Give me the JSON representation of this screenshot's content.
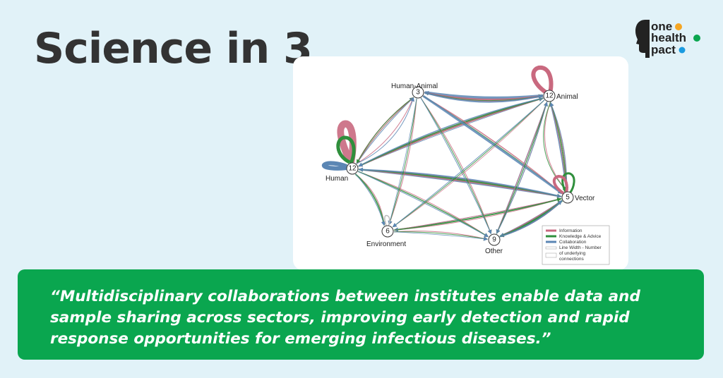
{
  "headline": "Science in 3",
  "logo": {
    "line1": "one",
    "line2": "health",
    "line3": "pact",
    "colors": {
      "text": "#222222",
      "orange": "#f5a623",
      "green": "#0aa64f",
      "blue": "#1a9be0"
    }
  },
  "diagram": {
    "nodes": [
      {
        "id": "human_animal",
        "label": "Human-Animal",
        "count": "3"
      },
      {
        "id": "animal",
        "label": "Animal",
        "count": "12"
      },
      {
        "id": "human",
        "label": "Human",
        "count": "12"
      },
      {
        "id": "vector",
        "label": "Vector",
        "count": "5"
      },
      {
        "id": "environment",
        "label": "Environment",
        "count": "6"
      },
      {
        "id": "other",
        "label": "Other",
        "count": "9"
      }
    ],
    "legend": {
      "information": "Information",
      "knowledge": "Knowledge & Advice",
      "collaboration": "Collaboration",
      "width_line1": "Line Width - Number",
      "width_line2": "of underlying",
      "width_line3": "connections"
    },
    "colors": {
      "information": "#c9697f",
      "knowledge": "#2f8f3c",
      "collaboration": "#5b86b4"
    }
  },
  "quote": "“Multidisciplinary collaborations between institutes enable data and sample sharing across sectors, improving early detection and rapid response opportunities for emerging infectious diseases.”",
  "colors": {
    "background": "#e1f2f8",
    "headline": "#333333",
    "quote_bg": "#0aa64f",
    "panel": "#ffffff"
  }
}
